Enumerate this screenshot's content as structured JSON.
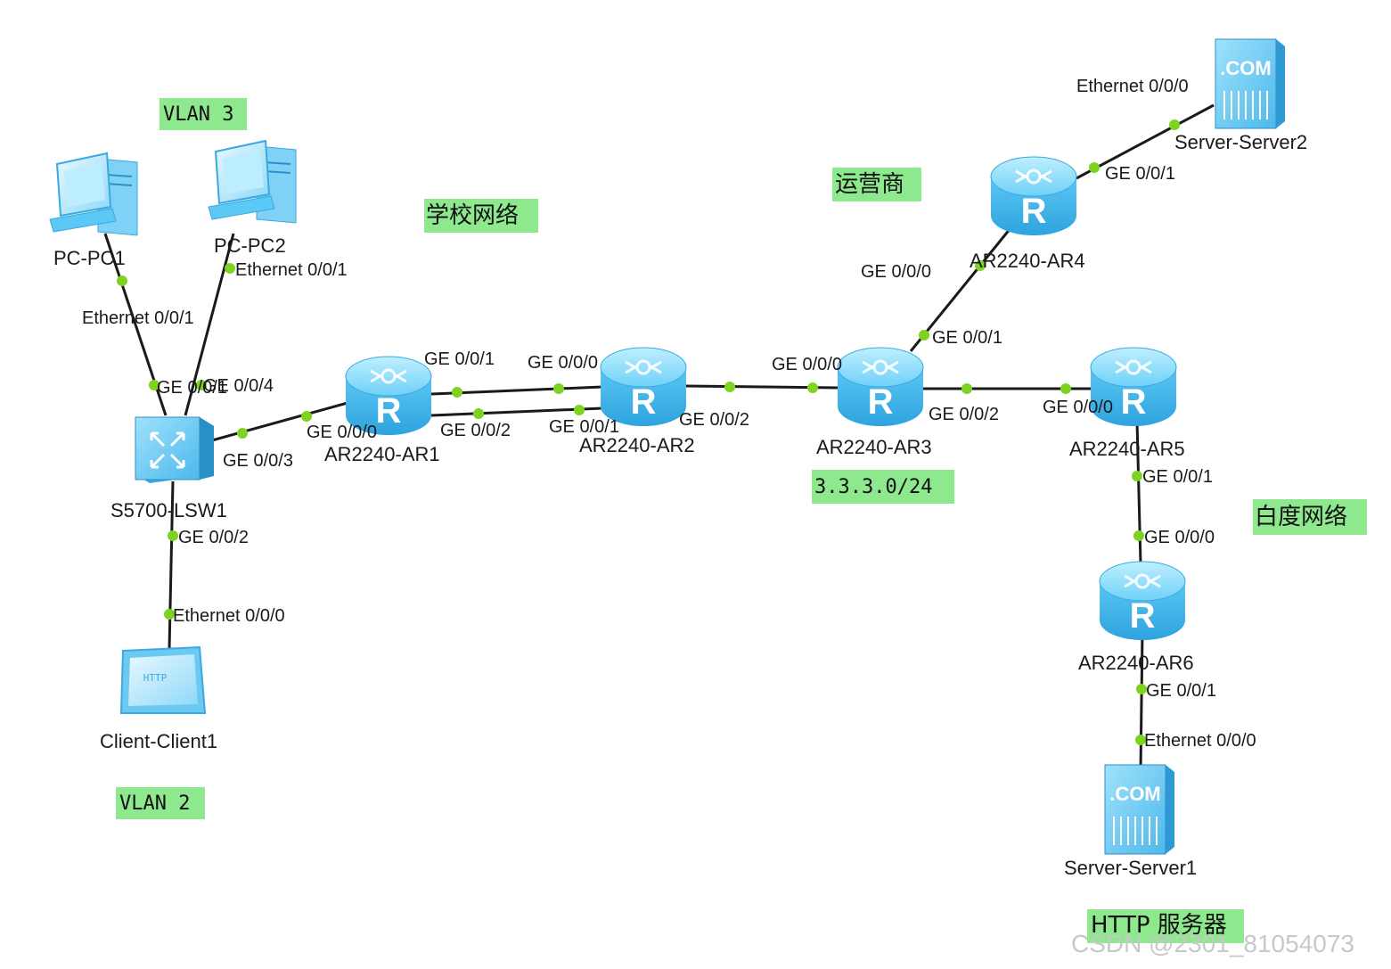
{
  "tags": {
    "vlan3": "VLAN 3",
    "vlan2": "VLAN 2",
    "school": "学校网络",
    "isp": "运营商",
    "baidu": "白度网络",
    "subnet": "3.3.3.0/24",
    "http": "HTTP 服务器"
  },
  "devices": {
    "pc1": "PC-PC1",
    "pc2": "PC-PC2",
    "lsw1": "S5700-LSW1",
    "client1": "Client-Client1",
    "ar1": "AR2240-AR1",
    "ar2": "AR2240-AR2",
    "ar3": "AR2240-AR3",
    "ar4": "AR2240-AR4",
    "ar5": "AR2240-AR5",
    "ar6": "AR2240-AR6",
    "server1": "Server-Server1",
    "server2": "Server-Server2"
  },
  "ports": {
    "pc1_eth": "Ethernet 0/0/1",
    "pc2_eth": "Ethernet 0/0/1",
    "lsw_pc1": "GE 0/0/1",
    "lsw_pc2": "GE 0/0/4",
    "lsw_ar1": "GE 0/0/3",
    "lsw_client": "GE 0/0/2",
    "client_eth": "Ethernet 0/0/0",
    "ar1_lsw": "GE 0/0/0",
    "ar1_ar2_a": "GE 0/0/1",
    "ar1_ar2_b": "GE 0/0/2",
    "ar2_ar1_a": "GE 0/0/0",
    "ar2_ar1_b": "GE 0/0/1",
    "ar2_ar3": "GE 0/0/2",
    "ar3_ar2": "GE 0/0/0",
    "ar3_ar4": "GE 0/0/1",
    "ar3_ar5": "GE 0/0/2",
    "ar4_ar3": "GE 0/0/0",
    "ar4_server2": "GE 0/0/1",
    "server2_eth": "Ethernet 0/0/0",
    "ar5_ar3": "GE 0/0/0",
    "ar5_ar6": "GE 0/0/1",
    "ar6_ar5": "GE 0/0/0",
    "ar6_server1": "GE 0/0/1",
    "server1_eth": "Ethernet 0/0/0"
  },
  "icons": {
    "pc": "pc-icon",
    "switch": "switch-icon",
    "router": "router-icon",
    "server": "server-icon",
    "http_client": "http-client-icon"
  },
  "colors": {
    "tag_bg": "#8ee88e",
    "port_dot": "#7ed321",
    "link": "#1a1a1a",
    "device_blue": "#5bc8f5"
  },
  "watermark": "CSDN @2301_81054073",
  "server_badge": ".COM",
  "client_badge": "HTTP",
  "router_glyph": "R"
}
